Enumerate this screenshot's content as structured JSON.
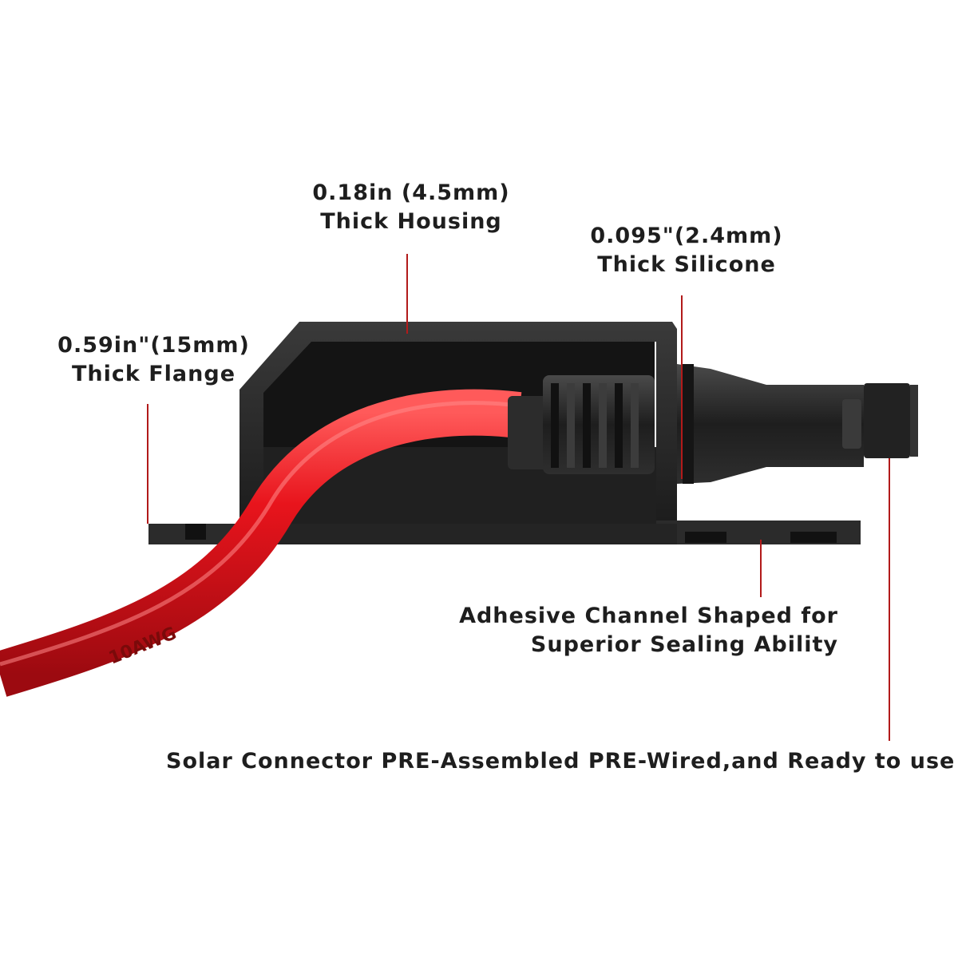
{
  "annotations": {
    "housing": {
      "line1": "0.18in  (4.5mm)",
      "line2": "Thick Housing"
    },
    "silicone": {
      "line1": "0.095\"(2.4mm)",
      "line2": "Thick Silicone"
    },
    "flange": {
      "line1": "0.59in\"(15mm)",
      "line2": "Thick Flange"
    },
    "adhesive": {
      "line1": "Adhesive Channel Shaped for",
      "line2": "Superior Sealing Ability"
    },
    "connector": {
      "text": "Solar Connector PRE-Assembled PRE-Wired,and Ready to use"
    }
  },
  "cable": {
    "marking": "10AWG",
    "color": "#e0141c"
  },
  "colors": {
    "housing": "#2a2a2a",
    "leader_line": "#b21a1a",
    "text": "#1e1e1e"
  }
}
